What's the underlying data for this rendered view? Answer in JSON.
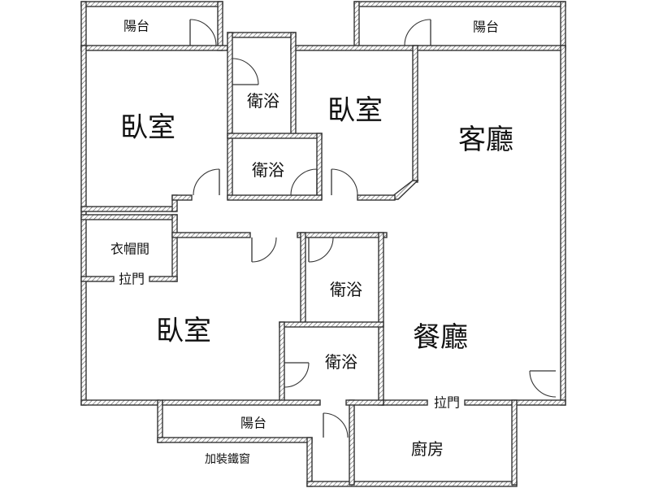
{
  "rooms": {
    "balcony_top_left": "陽台",
    "balcony_top_right": "陽台",
    "bedroom_upper_left": "臥室",
    "bath_upper_1": "衛浴",
    "bath_upper_2": "衛浴",
    "bedroom_upper_middle": "臥室",
    "living_room": "客廳",
    "closet": "衣帽間",
    "sliding_door_closet": "拉門",
    "bath_lower_1": "衛浴",
    "bath_lower_2": "衛浴",
    "bedroom_lower": "臥室",
    "dining_room": "餐廳",
    "sliding_door_kitchen": "拉門",
    "balcony_bottom": "陽台",
    "window_note": "加裝鐵窗",
    "kitchen": "廚房"
  }
}
